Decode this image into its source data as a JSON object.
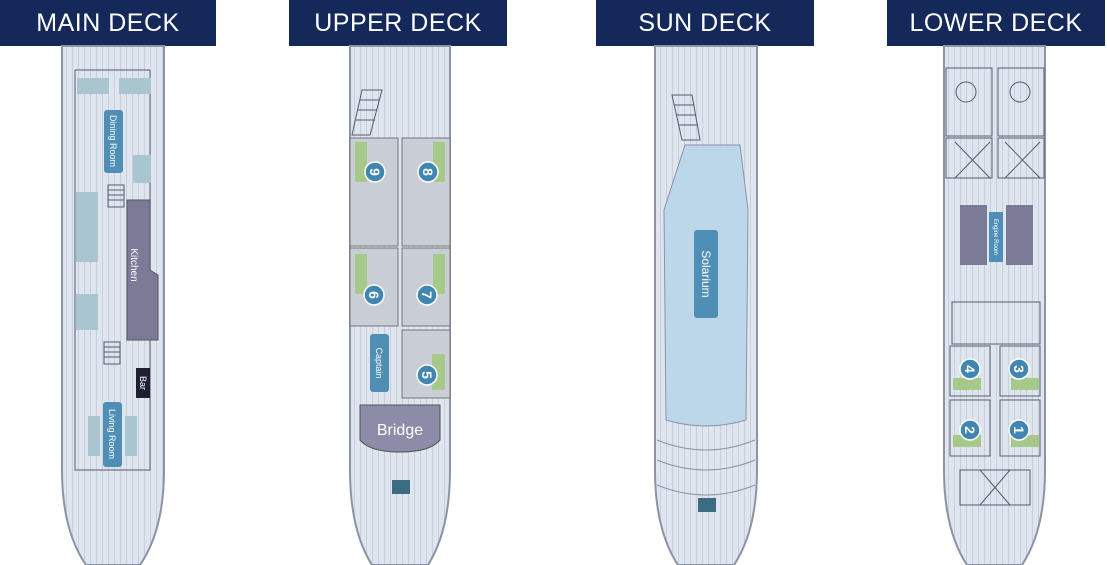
{
  "decks": [
    {
      "title": "MAIN DECK",
      "rooms": {
        "dining": "Dining Room",
        "kitchen": "Kitchen",
        "bar": "Bar",
        "living": "Living Room"
      }
    },
    {
      "title": "UPPER DECK",
      "rooms": {
        "captain": "Captain",
        "bridge": "Bridge"
      },
      "cabins": [
        "9",
        "8",
        "6",
        "7",
        "5"
      ]
    },
    {
      "title": "SUN DECK",
      "rooms": {
        "solarium": "Solarium"
      }
    },
    {
      "title": "LOWER DECK",
      "rooms": {
        "engine": "Engine Room"
      },
      "cabins": [
        "4",
        "3",
        "2",
        "1"
      ]
    }
  ],
  "colors": {
    "header": "#14285a",
    "hull": "#dfe5ef",
    "label": "#4f8fb6",
    "kitchen": "#7b7b98",
    "solarium": "#bcd7e9",
    "bridge": "#8d8ca8"
  }
}
